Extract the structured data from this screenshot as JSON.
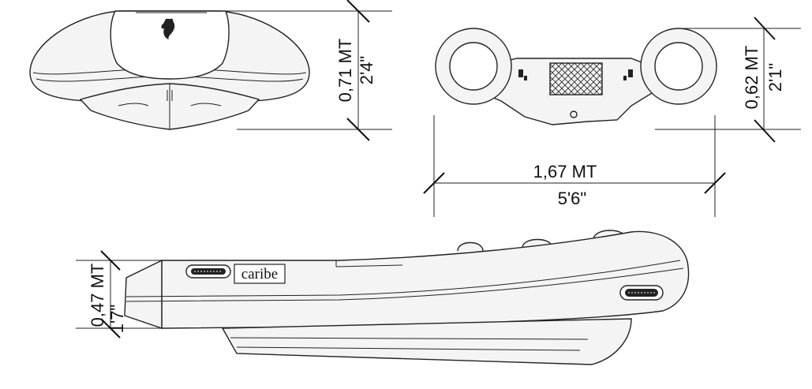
{
  "diagram": {
    "front_view": {
      "height_metric": "0,71 MT",
      "height_imperial": "2'4\""
    },
    "rear_view": {
      "height_metric": "0,62 MT",
      "height_imperial": "2'1\"",
      "width_metric": "1,67 MT",
      "width_imperial": "5'6\""
    },
    "side_view": {
      "height_metric": "0,47 MT",
      "height_imperial": "1'7\"",
      "brand_label": "caribe"
    }
  }
}
